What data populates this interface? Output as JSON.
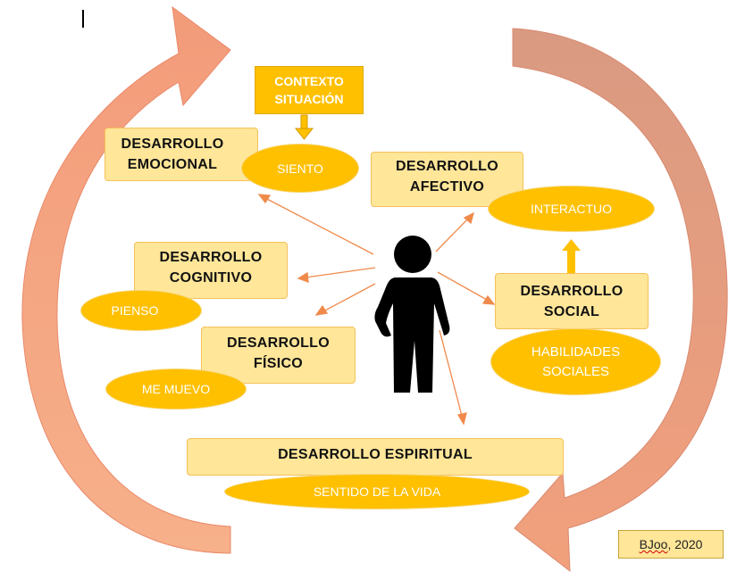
{
  "context": {
    "line1": "CONTEXTO",
    "line2": "SITUACIÓN"
  },
  "nodes": {
    "emocional": {
      "line1": "DESARROLLO",
      "line2": "EMOCIONAL",
      "action": "SIENTO"
    },
    "afectivo": {
      "line1": "DESARROLLO",
      "line2": "AFECTIVO",
      "action": "INTERACTUO"
    },
    "cognitivo": {
      "line1": "DESARROLLO",
      "line2": "COGNITIVO",
      "action": "PIENSO"
    },
    "social": {
      "line1": "DESARROLLO",
      "line2": "SOCIAL",
      "action_line1": "HABILIDADES",
      "action_line2": "SOCIALES"
    },
    "fisico": {
      "line1": "DESARROLLO",
      "line2": "FÍSICO",
      "action": "ME MUEVO"
    },
    "espiritual": {
      "label": "DESARROLLO ESPIRITUAL",
      "action": "SENTIDO DE LA VIDA"
    }
  },
  "credit": {
    "author": "BJoo",
    "separator": ", ",
    "year": "2020"
  },
  "colors": {
    "box_fill": "#ffe699",
    "oval_fill": "#ffc000",
    "arrow_orange": "#f08a4b",
    "cycle_arrow": "#f4a582",
    "figure": "#000000"
  },
  "icons": {
    "figure": "person-icon",
    "cycle": "circular-arrows-icon"
  }
}
